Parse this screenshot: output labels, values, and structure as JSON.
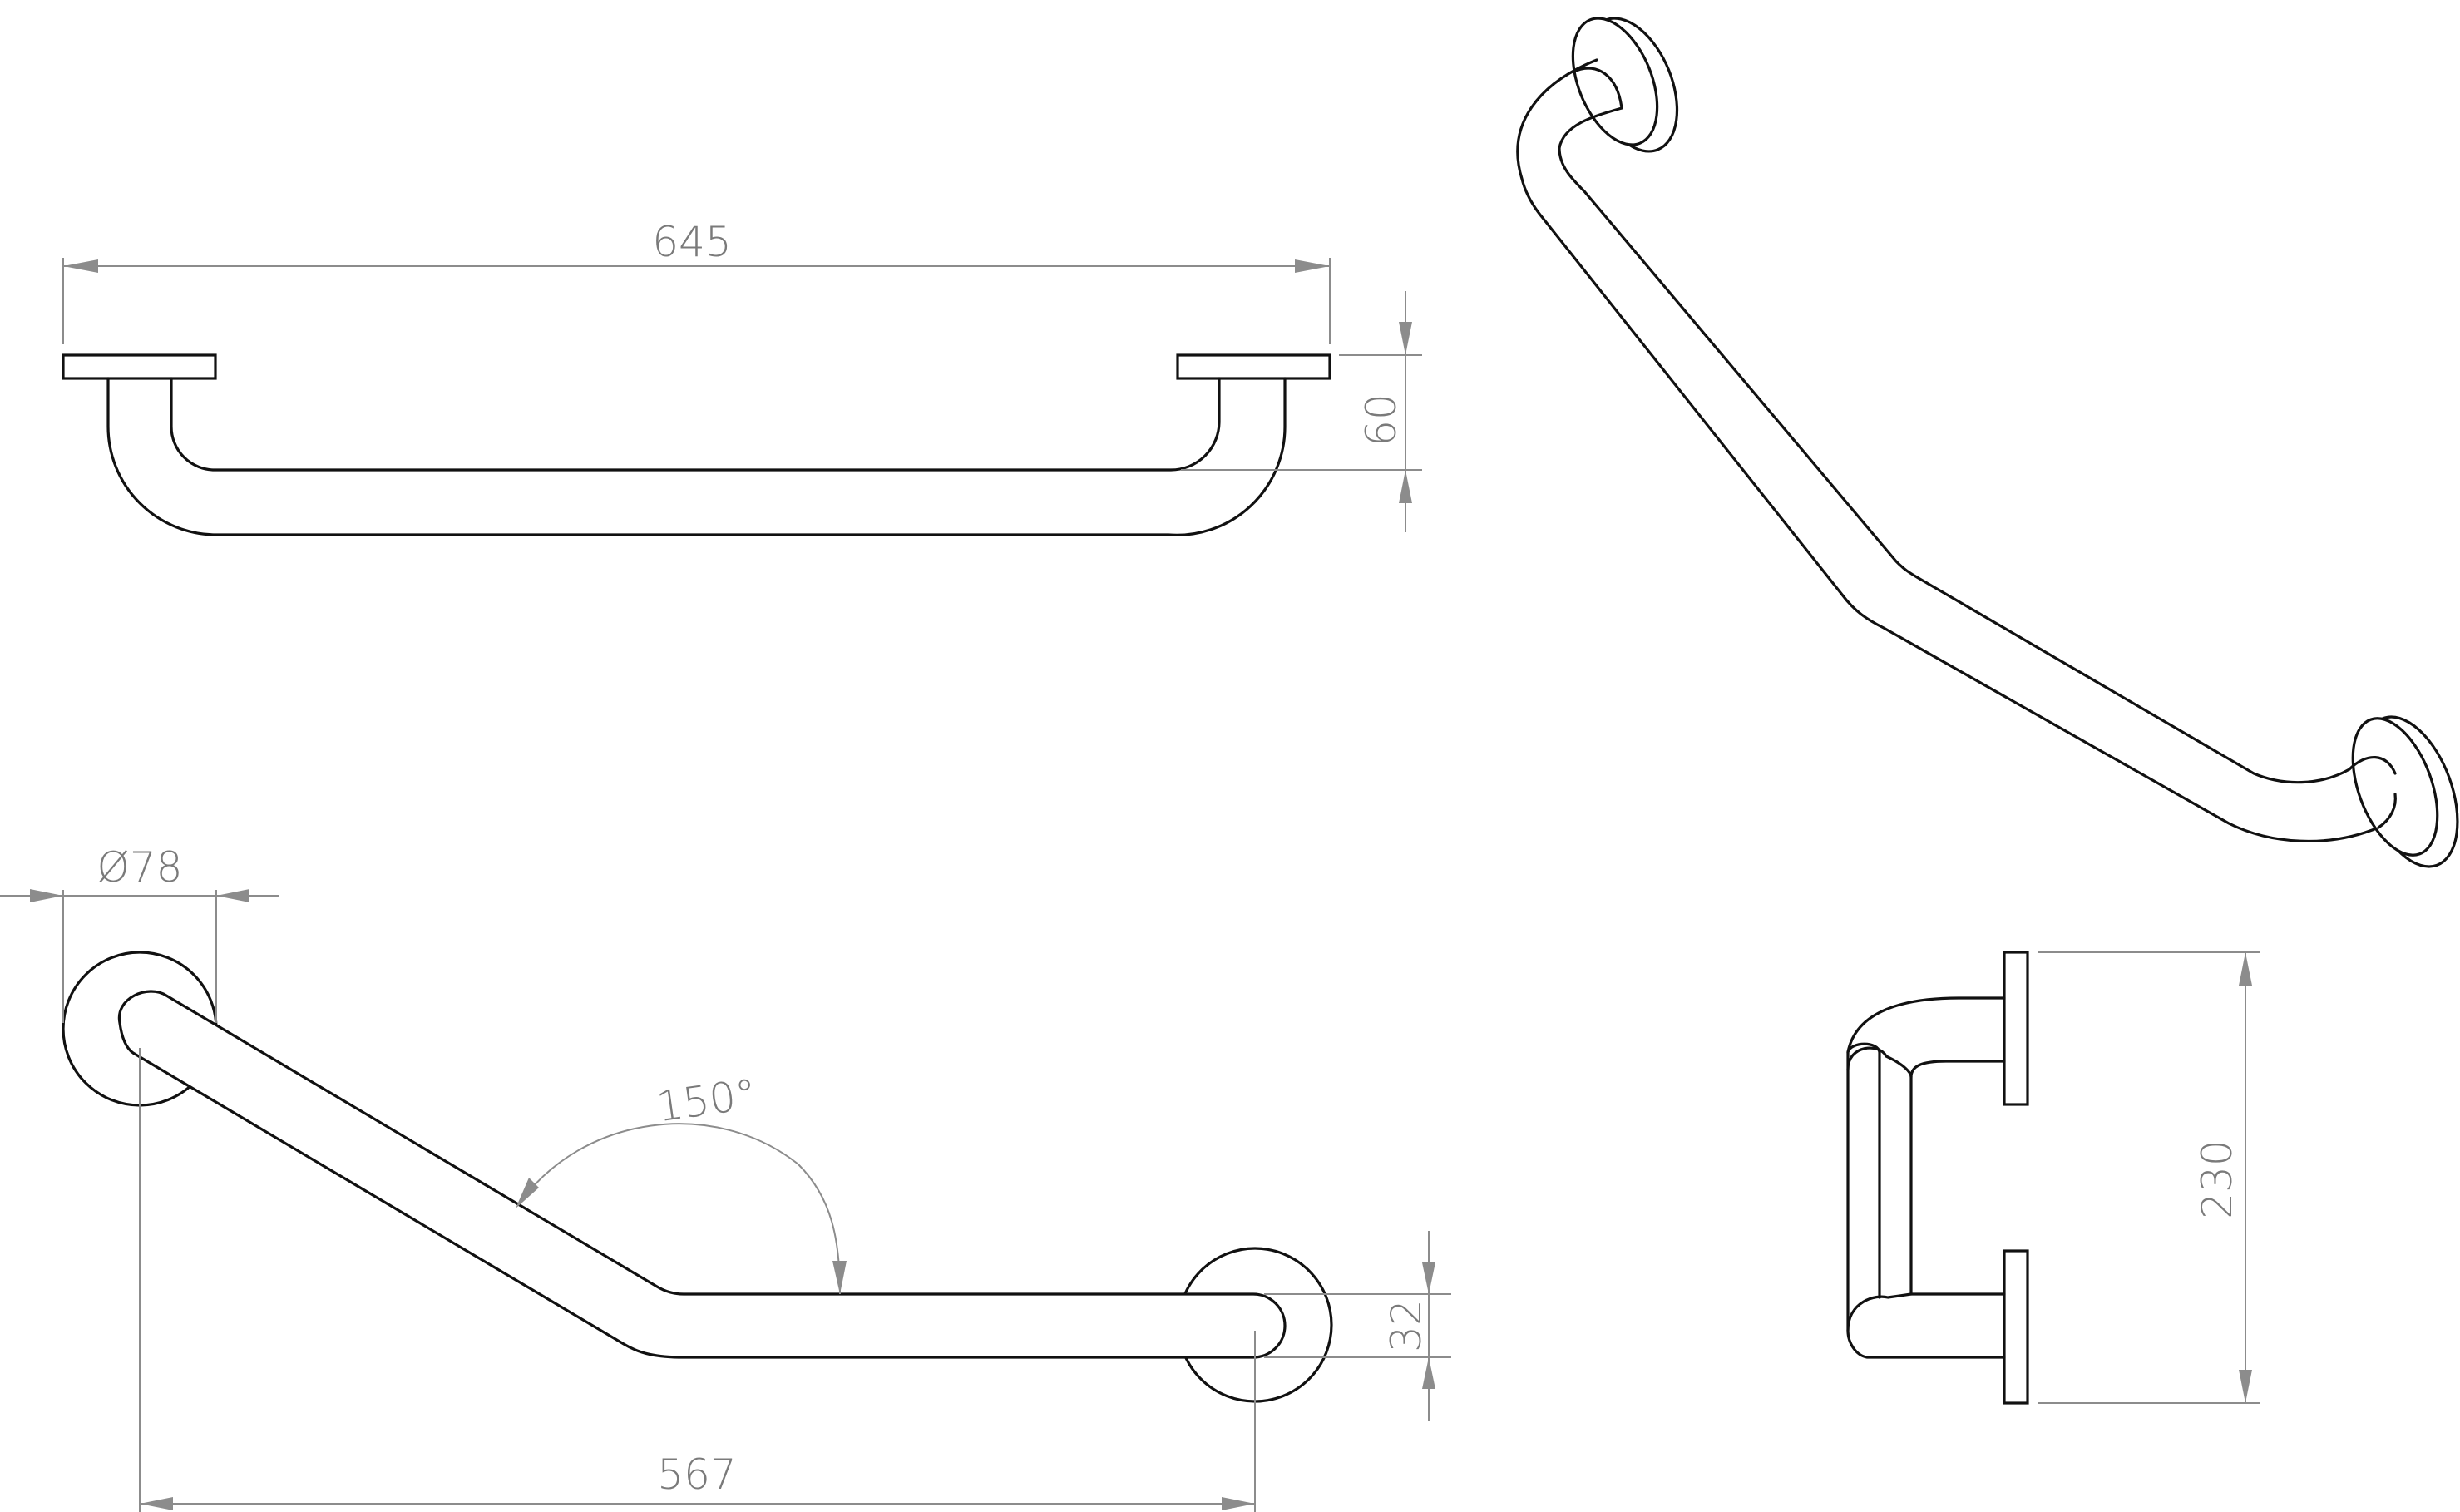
{
  "views": {
    "front_view": {
      "width_dim": "645",
      "depth_dim": "60"
    },
    "top_view": {
      "diameter_dim": "Ø78",
      "angle_dim": "150°",
      "bar_dim": "32",
      "span_dim": "567"
    },
    "side_view": {
      "height_dim": "230"
    },
    "isometric_view": {}
  },
  "colors": {
    "outline": "#111111",
    "dimension": "#8c8c8c",
    "background": "#ffffff"
  }
}
